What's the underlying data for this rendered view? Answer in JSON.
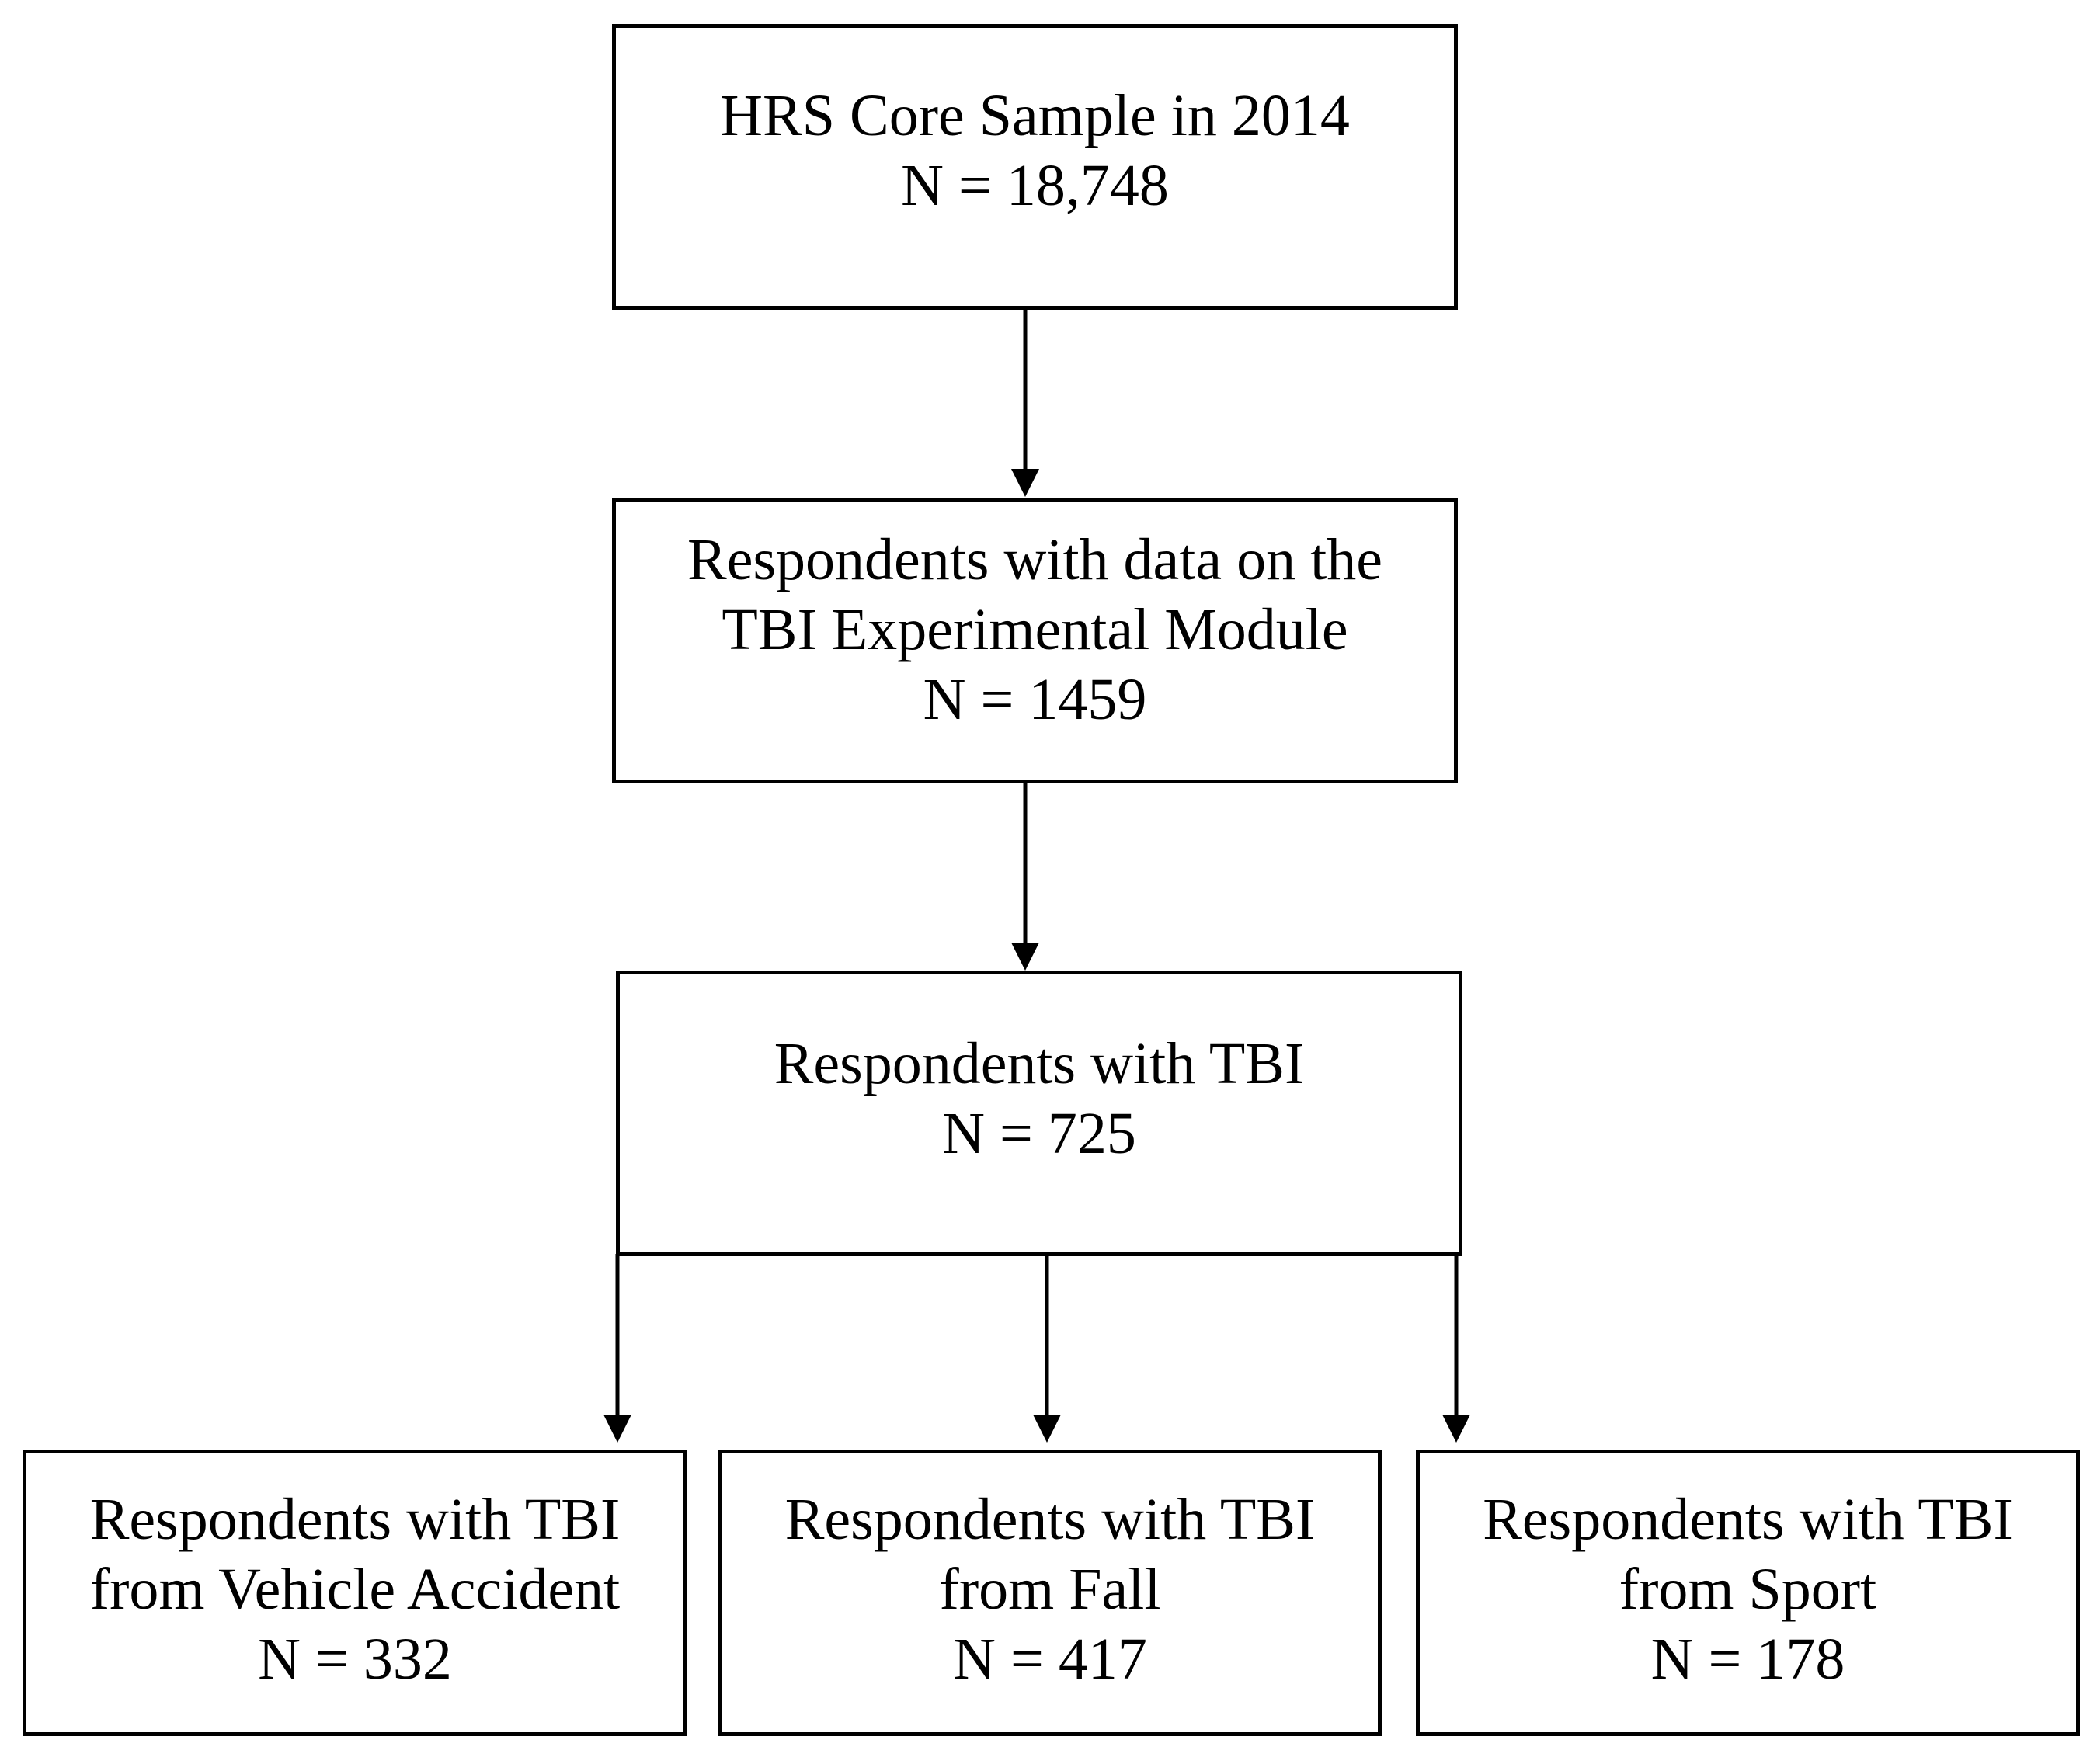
{
  "boxes": {
    "core_sample": {
      "lines": [
        "HRS Core Sample in 2014",
        "N = 18,748"
      ]
    },
    "tbi_module": {
      "lines": [
        "Respondents with data on the",
        "TBI Experimental Module",
        "N = 1459"
      ]
    },
    "with_tbi": {
      "lines": [
        "Respondents with TBI",
        "N = 725"
      ]
    },
    "vehicle": {
      "lines": [
        "Respondents with TBI",
        "from Vehicle Accident",
        "N = 332"
      ]
    },
    "fall": {
      "lines": [
        "Respondents with TBI",
        "from Fall",
        "N = 417"
      ]
    },
    "sport": {
      "lines": [
        "Respondents with TBI",
        "from Sport",
        "N = 178"
      ]
    }
  }
}
